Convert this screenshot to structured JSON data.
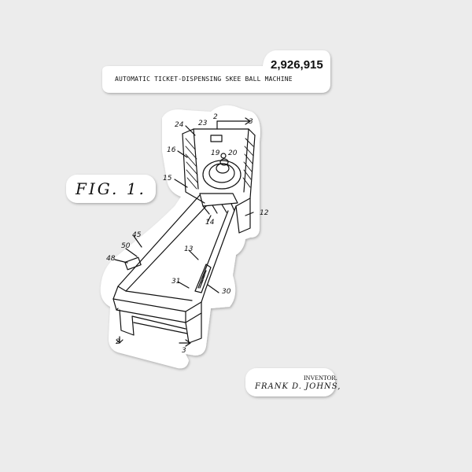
{
  "patent": {
    "number": "2,926,915",
    "title": "AUTOMATIC TICKET-DISPENSING SKEE BALL MACHINE"
  },
  "figure": {
    "label": "FIG. 1."
  },
  "inventor": {
    "label": "INVENTOR.",
    "name": "FRANK D. JOHNS,"
  },
  "reference_numerals": {
    "r24": "24",
    "r23": "23",
    "r2_top": "2",
    "r3_top": "3",
    "r16": "16",
    "r19": "19",
    "r20": "20",
    "r15": "15",
    "r12": "12",
    "r14": "14",
    "r45": "45",
    "r50": "50",
    "r13": "13",
    "r48": "48",
    "r31": "31",
    "r30": "30",
    "r2_bottom": "2",
    "r3_bottom": "3"
  }
}
